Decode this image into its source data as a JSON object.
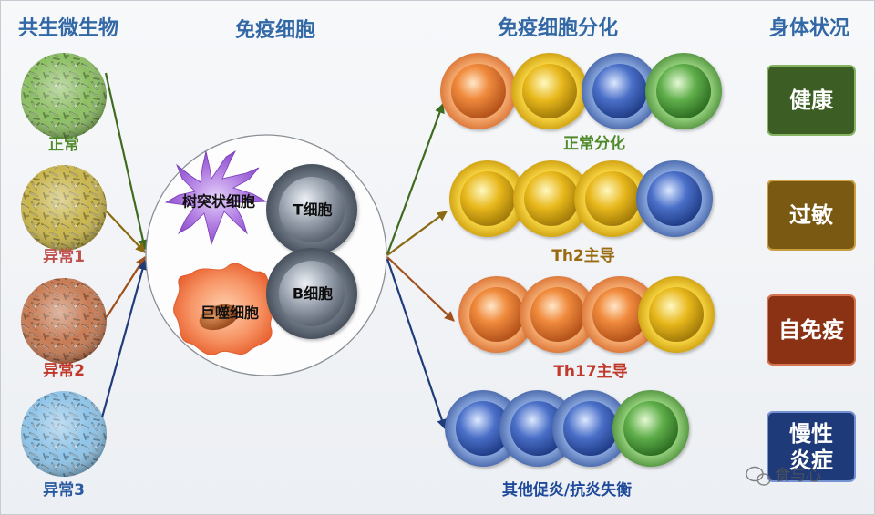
{
  "colors": {
    "header": "#3268a6",
    "background": "#f3f5f7"
  },
  "headers": {
    "microbiota": "共生微生物",
    "immune_cells": "免疫细胞",
    "differentiation": "免疫细胞分化",
    "body_status": "身体状况"
  },
  "microbiota": [
    {
      "label": "正常",
      "color": "#8cbf63",
      "label_color": "#4f8a2b"
    },
    {
      "label": "异常1",
      "color": "#c9b64e",
      "label_color": "#c0504d"
    },
    {
      "label": "异常2",
      "color": "#c77c55",
      "label_color": "#c0392b"
    },
    {
      "label": "异常3",
      "color": "#8fc4e8",
      "label_color": "#2a5aa0"
    }
  ],
  "arrow_colors": [
    "#3f6b1f",
    "#8a6a10",
    "#a0501a",
    "#1f3b7a"
  ],
  "immune_cells": {
    "dendritic": "树突状细胞",
    "t_cell": "T细胞",
    "macrophage": "巨噬细胞",
    "b_cell": "B细胞"
  },
  "differentiation": [
    {
      "label": "正常分化",
      "label_color": "#4f8a2b",
      "cells": [
        "orange",
        "yellow",
        "blue",
        "green"
      ]
    },
    {
      "label": "Th2主导",
      "label_color": "#9a6a10",
      "cells": [
        "yellow",
        "yellow",
        "yellow",
        "blue"
      ]
    },
    {
      "label": "Th17主导",
      "label_color": "#c0392b",
      "cells": [
        "orange",
        "orange",
        "orange",
        "yellow"
      ]
    },
    {
      "label": "其他促炎/抗炎失衡",
      "label_color": "#1f4a9a",
      "cells": [
        "blue",
        "blue",
        "blue",
        "green"
      ]
    }
  ],
  "body_status": [
    {
      "lines": [
        "健康"
      ],
      "fill": "#3c5e24"
    },
    {
      "lines": [
        "过敏"
      ],
      "fill": "#7a5a12"
    },
    {
      "lines": [
        "自免疫"
      ],
      "fill": "#8b3214"
    },
    {
      "lines": [
        "慢性",
        "炎症"
      ],
      "fill": "#1f3a78"
    }
  ],
  "watermark": "食与心"
}
